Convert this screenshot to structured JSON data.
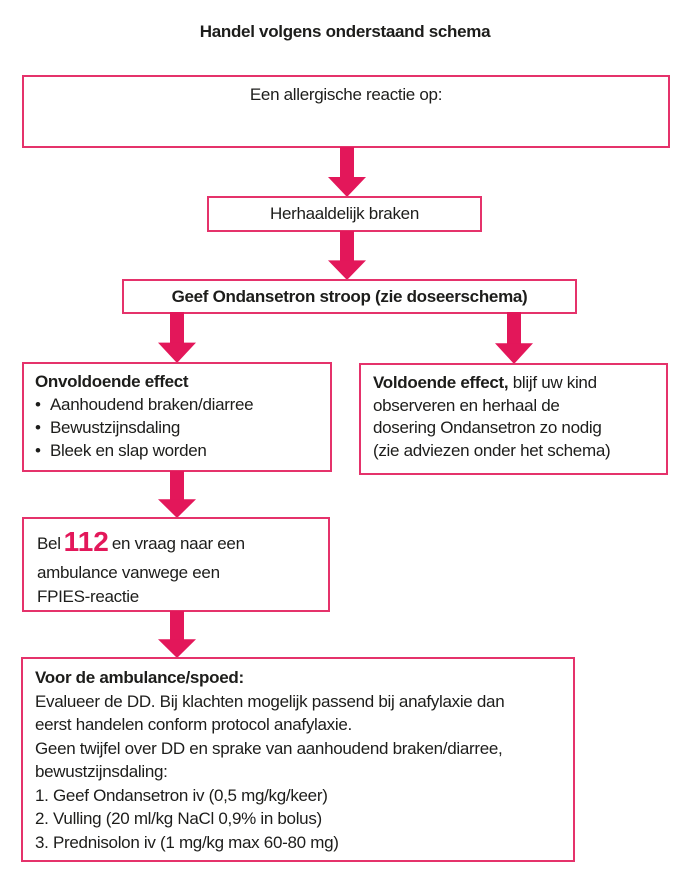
{
  "colors": {
    "accent": "#e3175a",
    "box_border": "#e5326b",
    "text": "#1d1d1b",
    "background": "#ffffff"
  },
  "title": "Handel volgens onderstaand schema",
  "flowchart": {
    "allergy_box": {
      "text": "Een allergische reactie op:"
    },
    "vomit_box": {
      "text": "Herhaaldelijk braken"
    },
    "ondansetron_box": {
      "text": "Geef Ondansetron stroop (zie doseerschema)"
    },
    "insufficient_box": {
      "heading": "Onvoldoende effect",
      "bullet_char": "•",
      "bullets": [
        "Aanhoudend braken/diarree",
        "Bewustzijnsdaling",
        "Bleek en slap worden"
      ]
    },
    "sufficient_box": {
      "heading": "Voldoende effect,",
      "line1_rest": "blijf uw kind",
      "lines": [
        "observeren en herhaal de",
        "dosering Ondansetron zo nodig",
        "(zie adviezen onder het schema)"
      ]
    },
    "call_box": {
      "line1_pre": "Bel",
      "emergency_number": "112",
      "line1_post": "en vraag naar een",
      "lines": [
        "ambulance vanwege een",
        "FPIES-reactie"
      ]
    },
    "ambulance_box": {
      "heading": "Voor de ambulance/spoed:",
      "lines": [
        "Evalueer de DD. Bij klachten mogelijk passend bij anafylaxie dan",
        "eerst handelen conform protocol anafylaxie.",
        "Geen twijfel over DD en sprake van aanhoudend braken/diarree,",
        "bewustzijnsdaling:",
        "1. Geef Ondansetron iv (0,5 mg/kg/keer)",
        "2. Vulling (20 ml/kg NaCl 0,9% in bolus)",
        "3. Prednisolon iv (1 mg/kg max 60-80 mg)"
      ]
    }
  }
}
